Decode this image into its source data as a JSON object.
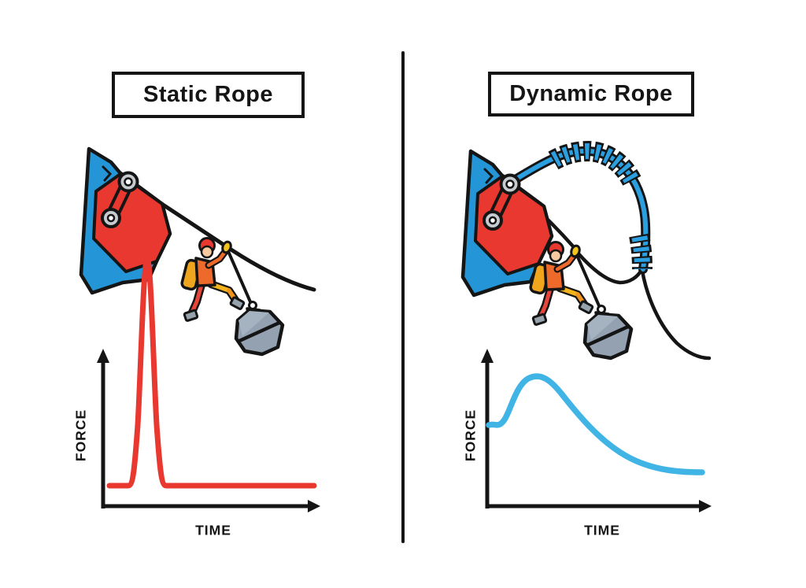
{
  "panels": {
    "left": {
      "title": "Static Rope",
      "graph": {
        "y_axis_label": "FORCE",
        "x_axis_label": "TIME"
      },
      "icons": [
        "rock-anchor-icon",
        "piton-rings-icon",
        "climber-icon",
        "rock-weight-icon",
        "taut-rope-line"
      ]
    },
    "right": {
      "title": "Dynamic Rope",
      "graph": {
        "y_axis_label": "FORCE",
        "x_axis_label": "TIME"
      },
      "icons": [
        "rock-anchor-icon",
        "piton-rings-icon",
        "climber-icon",
        "rock-weight-icon",
        "coiled-stretch-rope-icon"
      ]
    }
  },
  "chart_data": [
    {
      "type": "line",
      "panel": "Static Rope",
      "xlabel": "TIME",
      "ylabel": "FORCE",
      "legend": "none",
      "grid": false,
      "line_color": "#e8382f",
      "series": [
        {
          "name": "static rope force",
          "points_normalized": [
            [
              0.03,
              0.14
            ],
            [
              0.11,
              0.14
            ],
            [
              0.14,
              0.55
            ],
            [
              0.2,
              1.7
            ],
            [
              0.26,
              0.55
            ],
            [
              0.29,
              0.14
            ],
            [
              0.97,
              0.14
            ]
          ]
        }
      ],
      "annotation": "sharp narrow impact-force spike (peak extends ~1.7x above the y-axis arrow), otherwise flat low force"
    },
    {
      "type": "line",
      "panel": "Dynamic Rope",
      "xlabel": "TIME",
      "ylabel": "FORCE",
      "legend": "none",
      "grid": false,
      "line_color": "#41b4e6",
      "series": [
        {
          "name": "dynamic rope force",
          "points_normalized": [
            [
              0.01,
              0.55
            ],
            [
              0.07,
              0.53
            ],
            [
              0.14,
              0.72
            ],
            [
              0.21,
              0.88
            ],
            [
              0.33,
              0.76
            ],
            [
              0.5,
              0.48
            ],
            [
              0.7,
              0.28
            ],
            [
              0.95,
              0.23
            ]
          ]
        }
      ],
      "annotation": "broad rounded force peak that decays smoothly to a low plateau"
    }
  ],
  "colors": {
    "ink": "#151515",
    "spike_red": "#e8382f",
    "rock_blue": "#2496d8",
    "curve_blue": "#41b4e6",
    "rope_blue": "#2b9fe0",
    "torso_orange": "#ee6a2a",
    "pack_yellow": "#f0a51e",
    "leg_yellow": "#f2b31c",
    "skin": "#f6c9a0",
    "weight_gray": "#93a1b1",
    "ring_gray": "#c6cbd0",
    "boot_gray": "#96a3ad",
    "background": "#ffffff"
  }
}
